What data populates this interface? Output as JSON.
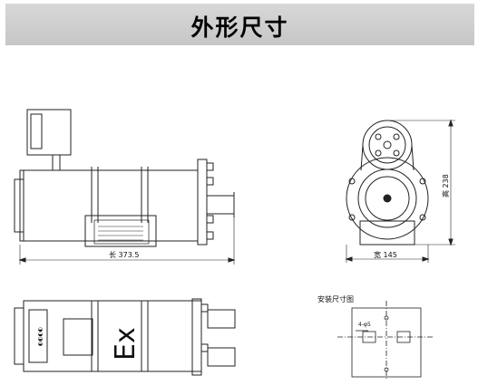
{
  "header": {
    "title": "外形尺寸"
  },
  "dimensions": {
    "length": "长 373.5",
    "width": "宽 145",
    "height": "高 238"
  },
  "labels": {
    "ex_mark": "Ex",
    "mount_title": "安装尺寸图",
    "mount_hole": "4-φ5"
  }
}
